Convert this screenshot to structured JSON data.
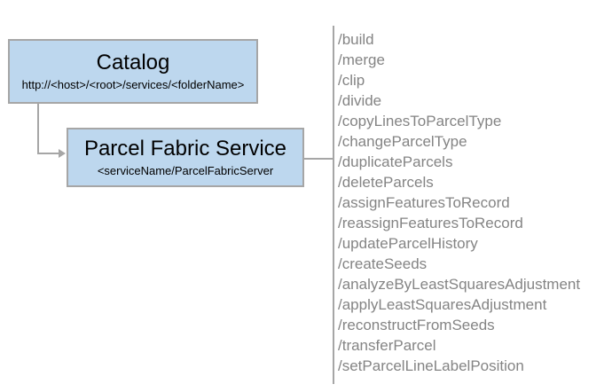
{
  "diagram": {
    "catalog_box": {
      "title": "Catalog",
      "subtitle": "http://<host>/<root>/services/<folderName>"
    },
    "service_box": {
      "title": "Parcel Fabric Service",
      "subtitle": "<serviceName/ParcelFabricServer"
    },
    "endpoints": {
      "items": [
        "/build",
        "/merge",
        "/clip",
        "/divide",
        "/copyLinesToParcelType",
        "/changeParcelType",
        "/duplicateParcels",
        "/deleteParcels",
        "/assignFeaturesToRecord",
        "/reassignFeaturesToRecord",
        "/updateParcelHistory",
        "/createSeeds",
        "/analyzeByLeastSquaresAdjustment",
        "/applyLeastSquaresAdjustment",
        "/reconstructFromSeeds",
        "/transferParcel",
        "/setParcelLineLabelPosition"
      ]
    },
    "colors": {
      "box_fill": "#bdd7ee",
      "box_border": "#a6a6a6",
      "connector": "#a6a6a6",
      "endpoint_text": "#848484",
      "title_text": "#000000"
    }
  }
}
